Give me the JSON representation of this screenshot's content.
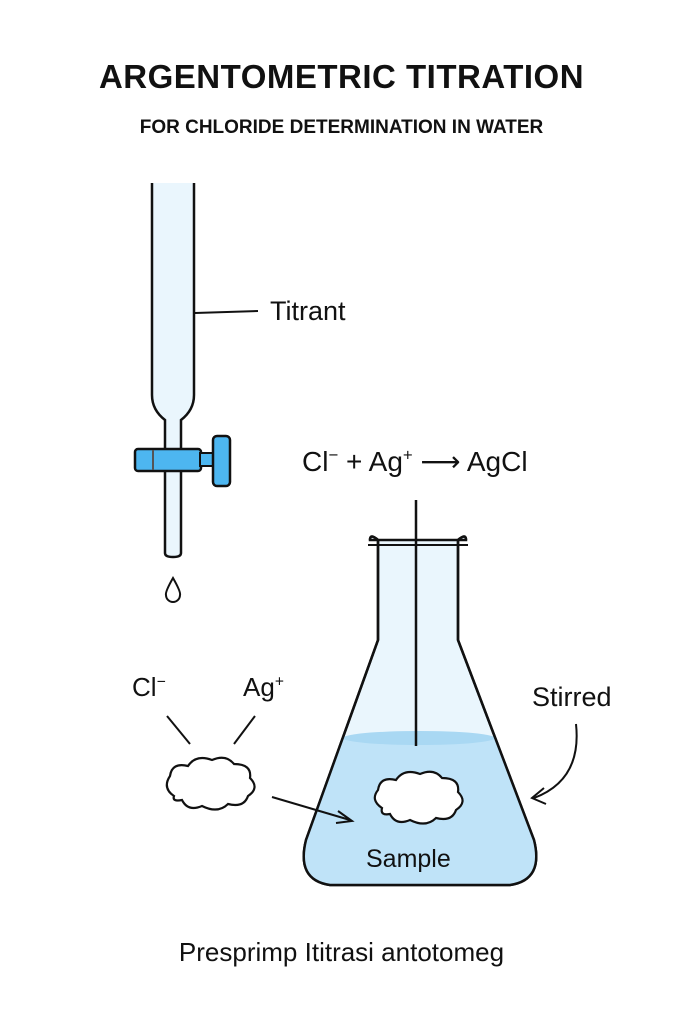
{
  "title": "ARGENTOMETRIC TITRATION",
  "subtitle": "FOR CHLORIDE DETERMINATION IN WATER",
  "labels": {
    "titrant": "Titrant",
    "equation": {
      "cl": "Cl",
      "cl_charge": "−",
      "plus": " + ",
      "ag": "Ag",
      "ag_charge": "+",
      "arrow": " ⟶ ",
      "product": "AgCl"
    },
    "cl_ion": "Cl",
    "cl_ion_charge": "−",
    "ag_ion": "Ag",
    "ag_ion_charge": "+",
    "stirred": "Stirred",
    "sample": "Sample"
  },
  "caption": "Presprimp Ititrasi antotomeg",
  "colors": {
    "liquid": "#bfe3f8",
    "glass": "#eaf6fd",
    "stopcock": "#4db6f0",
    "stroke": "#111111"
  }
}
